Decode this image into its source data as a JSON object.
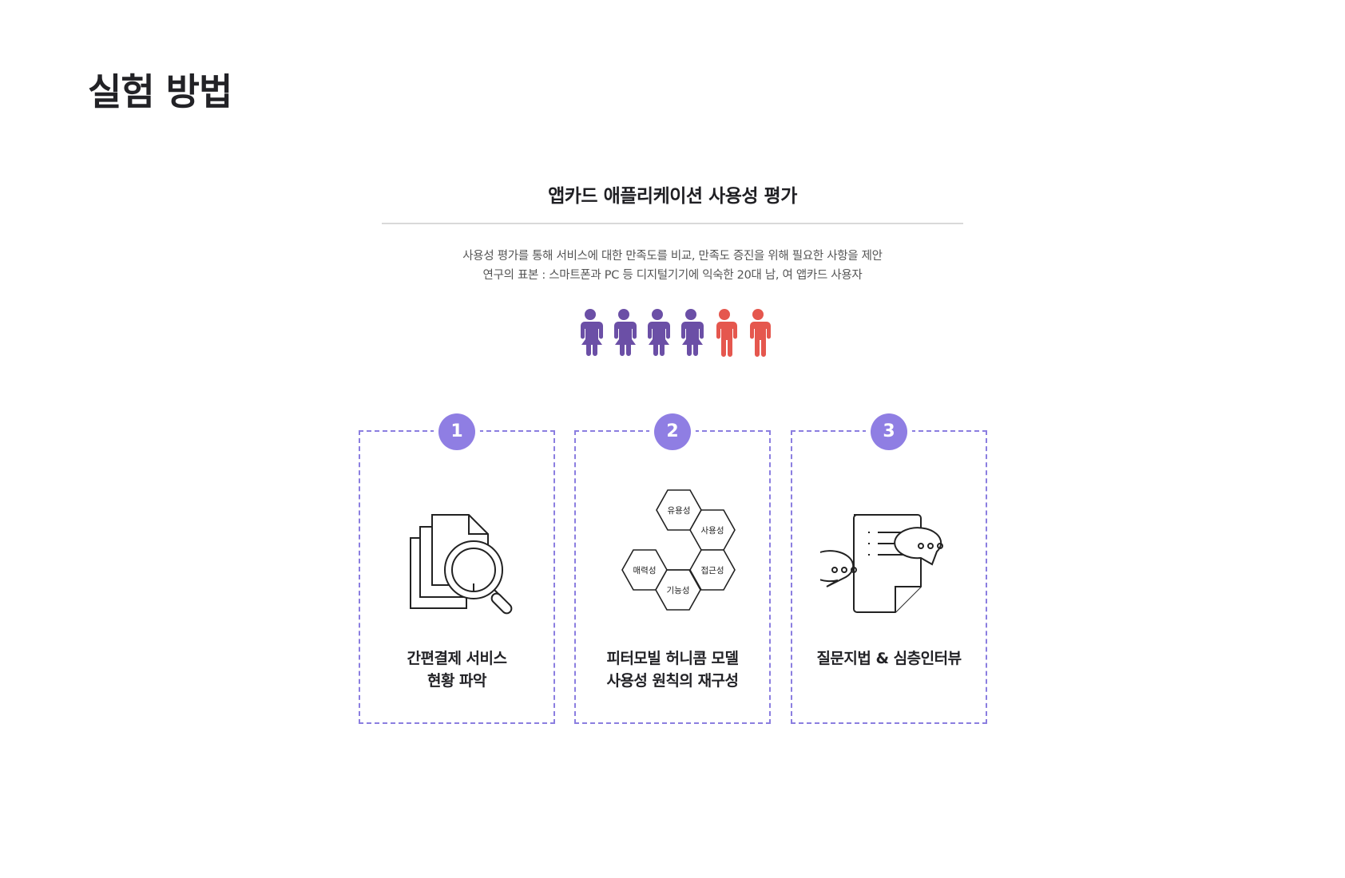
{
  "page": {
    "title": "실험 방법"
  },
  "evaluation": {
    "title": "앱카드 애플리케이션 사용성 평가",
    "description_lines": [
      "사용성 평가를 통해 서비스에 대한 만족도를 비교, 만족도 증진을 위해 필요한 사항을 제안",
      "연구의 표본 : 스마트폰과 PC 등 디지털기기에 익숙한 20대 남, 여 앱카드 사용자"
    ],
    "participants": {
      "female_count": 4,
      "male_count": 2,
      "female_color": "#6b4fa6",
      "male_color": "#e5574e"
    }
  },
  "steps": [
    {
      "number": "1",
      "icon": "document-search-icon",
      "label_lines": [
        "간편결제 서비스",
        "현황 파악"
      ]
    },
    {
      "number": "2",
      "icon": "honeycomb-icon",
      "label_lines": [
        "피터모빌 허니콤 모델",
        "사용성 원칙의 재구성"
      ],
      "honeycomb_cells": [
        "유용성",
        "사용성",
        "매력성",
        "접근성",
        "기능성"
      ]
    },
    {
      "number": "3",
      "icon": "interview-chat-icon",
      "label_lines": [
        "질문지법 & 심층인터뷰"
      ]
    }
  ],
  "colors": {
    "accent": "#8f7ee3",
    "border_dashed": "#8b7ee0",
    "divider": "#d9d9d9",
    "text_dark": "#222226",
    "text_body": "#555555"
  }
}
